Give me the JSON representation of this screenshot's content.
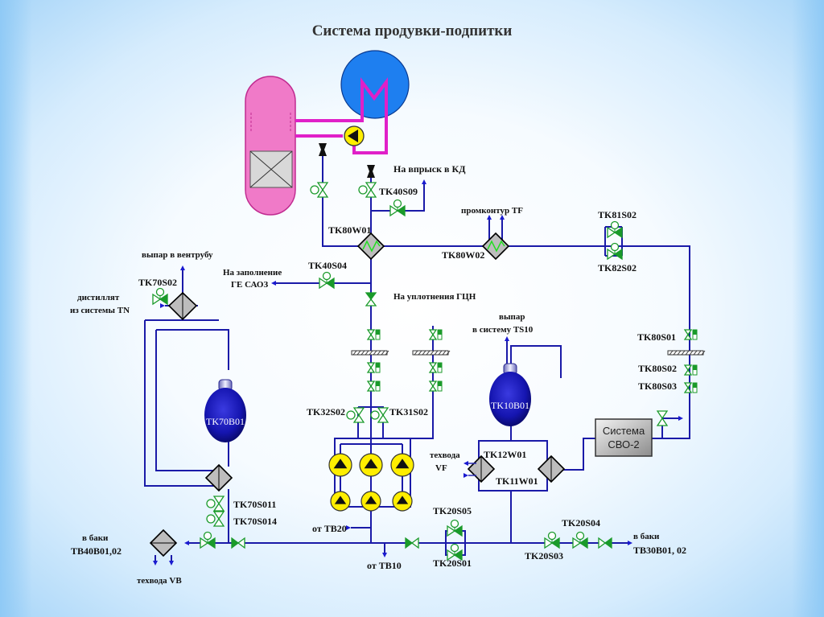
{
  "title": "Система продувки-подпитки",
  "colors": {
    "pipe": "#1a1aa8",
    "primary_loop": "#e020c8",
    "valve": "#1a9a2a",
    "heat_exchanger": "#bdbdbd",
    "tank": "#1a1ab8",
    "steam_generator": "#1e7ff0",
    "pressurizer": "#f07ac8",
    "pump": "#ffee00"
  },
  "labels": {
    "injection_kd": "На впрыск в КД",
    "tk40s09": "TK40S09",
    "tk80w01": "TK80W01",
    "tk80w02": "TK80W02",
    "promkontur_tf": "промконтур TF",
    "tk81s02": "TK81S02",
    "tk82s02": "TK82S02",
    "vent_exhaust": "выпар в вентрубу",
    "tk70s02": "TK70S02",
    "distillate_line1": "дистиллят",
    "distillate_line2": "из системы TN",
    "fill_ge_line1": "На заполнение",
    "fill_ge_line2": "ГЕ САОЗ",
    "tk40s04": "TK40S04",
    "seals_gcn": "На уплотнения ГЦН",
    "exhaust_ts10_line1": "выпар",
    "exhaust_ts10_line2": "в систему TS10",
    "tk80s01": "TK80S01",
    "tk80s02": "TK80S02",
    "tk80s03": "TK80S03",
    "tk32s02": "TK32S02",
    "tk31s02": "TK31S02",
    "tk70b01": "TK70B01",
    "tk10b01": "TK10B01",
    "cbo2_line1": "Система",
    "cbo2_line2": "СВО-2",
    "techwater_vf_line1": "техвода",
    "techwater_vf_line2": "VF",
    "tk12w01": "TK12W01",
    "tk11w01": "TK11W01",
    "tk70s011": "TK70S011",
    "tk70s014": "TK70S014",
    "tanks_tb40_line1": "в баки",
    "tanks_tb40_line2": "TB40B01,02",
    "techwater_vb": "техвода VB",
    "from_tb20": "от TB20",
    "from_tb10": "от TB10",
    "tk20s05": "TK20S05",
    "tk20s01": "TK20S01",
    "tk20s04": "TK20S04",
    "tk20s03": "TK20S03",
    "tanks_tb30_line1": "в баки",
    "tanks_tb30_line2": "TB30B01, 02"
  }
}
